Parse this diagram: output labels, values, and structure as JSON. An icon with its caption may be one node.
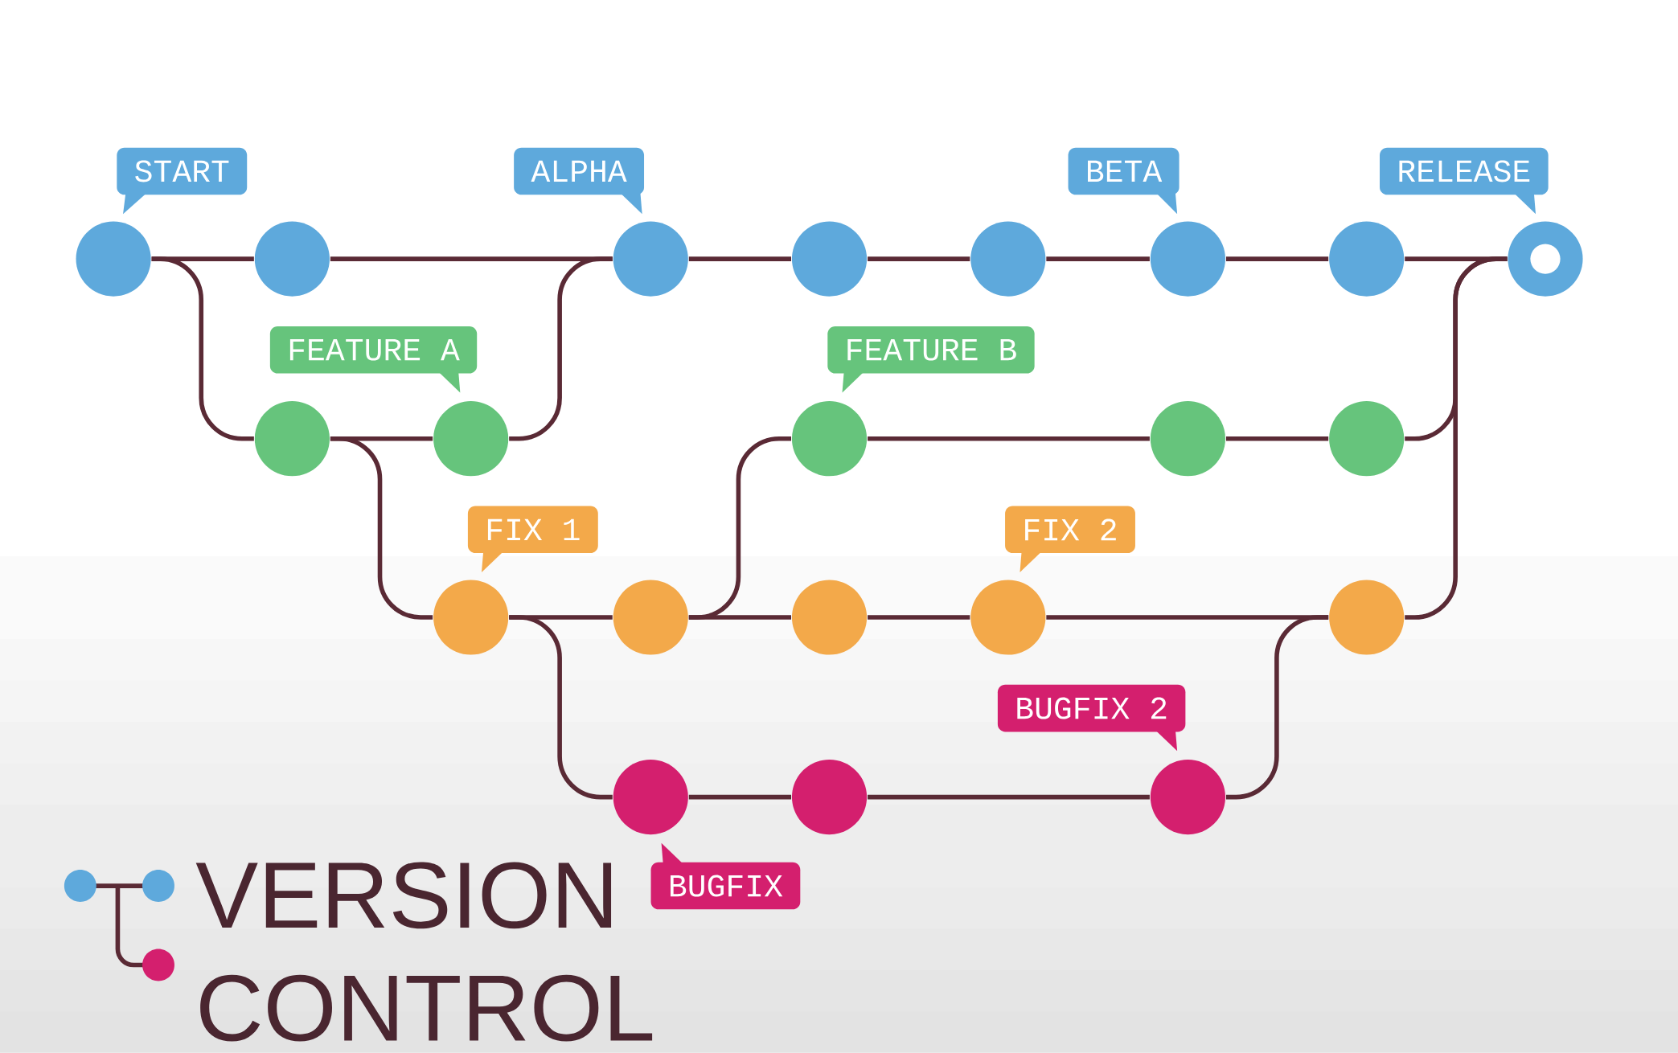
{
  "diagram": {
    "title": "VERSION CONTROL",
    "nodes": [
      {
        "text": [],
        "shape": "circle",
        "beside": [
          "START"
        ]
      },
      {
        "text": [],
        "shape": "circle"
      },
      {
        "text": [],
        "shape": "circle",
        "beside": [
          "ALPHA"
        ]
      },
      {
        "text": [],
        "shape": "circle"
      },
      {
        "text": [],
        "shape": "circle"
      },
      {
        "text": [],
        "shape": "circle",
        "beside": [
          "BETA"
        ]
      },
      {
        "text": [],
        "shape": "circle"
      },
      {
        "text": [],
        "shape": "circle",
        "beside": [
          "RELEASE"
        ]
      },
      {
        "text": [],
        "shape": "circle"
      },
      {
        "text": [],
        "shape": "circle",
        "beside": [
          "FEATURE A"
        ]
      },
      {
        "text": [],
        "shape": "circle",
        "beside": [
          "FEATURE B"
        ]
      },
      {
        "text": [],
        "shape": "circle"
      },
      {
        "text": [],
        "shape": "circle"
      },
      {
        "text": [],
        "shape": "circle",
        "beside": [
          "FIX 1"
        ]
      },
      {
        "text": [],
        "shape": "circle"
      },
      {
        "text": [],
        "shape": "circle"
      },
      {
        "text": [],
        "shape": "circle",
        "beside": [
          "FIX 2"
        ]
      },
      {
        "text": [],
        "shape": "circle"
      },
      {
        "text": [],
        "shape": "circle",
        "beside": [
          "BUGFIX"
        ]
      },
      {
        "text": [],
        "shape": "circle"
      },
      {
        "text": [],
        "shape": "circle",
        "beside": [
          "BUGFIX 2"
        ]
      }
    ],
    "edges": [
      {
        "from": 0,
        "to": 1,
        "arrow": "none"
      },
      {
        "from": 1,
        "to": 2,
        "arrow": "none"
      },
      {
        "from": 2,
        "to": 3,
        "arrow": "none"
      },
      {
        "from": 3,
        "to": 4,
        "arrow": "none"
      },
      {
        "from": 4,
        "to": 5,
        "arrow": "none"
      },
      {
        "from": 5,
        "to": 6,
        "arrow": "none"
      },
      {
        "from": 6,
        "to": 7,
        "arrow": "none"
      },
      {
        "from": 0,
        "to": 8,
        "arrow": "none"
      },
      {
        "from": 8,
        "to": 9,
        "arrow": "none"
      },
      {
        "from": 9,
        "to": 2,
        "arrow": "none"
      },
      {
        "from": 8,
        "to": 13,
        "arrow": "none"
      },
      {
        "from": 13,
        "to": 14,
        "arrow": "none"
      },
      {
        "from": 14,
        "to": 15,
        "arrow": "none"
      },
      {
        "from": 15,
        "to": 16,
        "arrow": "none"
      },
      {
        "from": 16,
        "to": 17,
        "arrow": "none"
      },
      {
        "from": 14,
        "to": 10,
        "arrow": "none"
      },
      {
        "from": 10,
        "to": 11,
        "arrow": "none"
      },
      {
        "from": 11,
        "to": 12,
        "arrow": "none"
      },
      {
        "from": 12,
        "to": 7,
        "arrow": "none"
      },
      {
        "from": 17,
        "to": 7,
        "arrow": "none"
      },
      {
        "from": 13,
        "to": 18,
        "arrow": "none"
      },
      {
        "from": 18,
        "to": 19,
        "arrow": "none"
      },
      {
        "from": 19,
        "to": 20,
        "arrow": "none"
      },
      {
        "from": 20,
        "to": 17,
        "arrow": "none"
      }
    ]
  }
}
